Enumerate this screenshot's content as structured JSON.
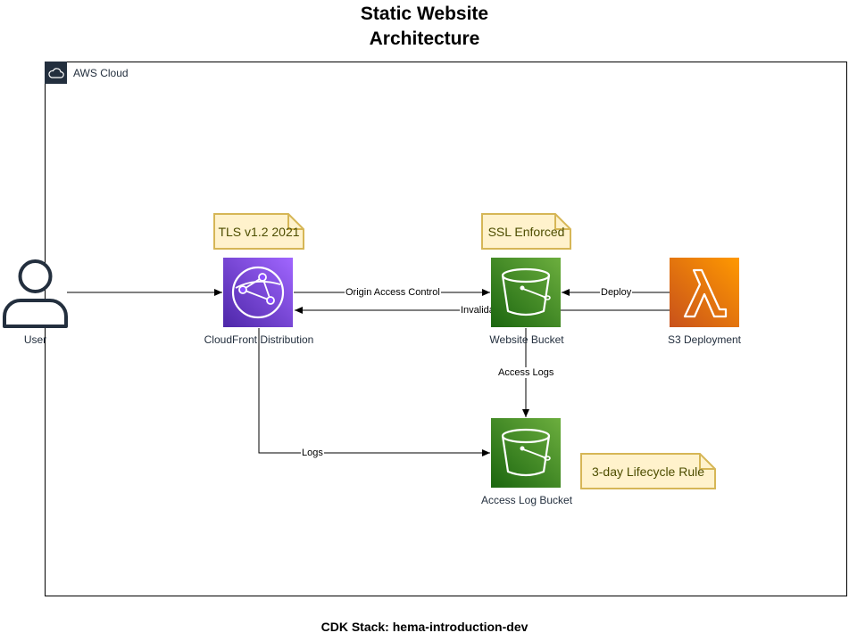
{
  "title": {
    "line1": "Static Website",
    "line2": "Architecture"
  },
  "group": {
    "label": "AWS Cloud",
    "icon": "cloud-icon"
  },
  "nodes": {
    "user": {
      "label": "User",
      "icon": "user-icon"
    },
    "cloudfront": {
      "label": "CloudFront Distribution",
      "icon": "cloudfront-icon",
      "color": "#8c4fff"
    },
    "website_bucket": {
      "label": "Website Bucket",
      "icon": "s3-bucket-icon",
      "color": "#3f8624"
    },
    "s3_deployment": {
      "label": "S3 Deployment",
      "icon": "lambda-icon",
      "color": "#ed7100"
    },
    "access_log_bucket": {
      "label": "Access Log Bucket",
      "icon": "s3-bucket-icon",
      "color": "#3f8624"
    }
  },
  "notes": {
    "tls": "TLS v1.2 2021",
    "ssl": "SSL Enforced",
    "lifecycle": "3-day Lifecycle Rule"
  },
  "edges": {
    "origin_access": "Origin Access Control",
    "invalidate": "Invalidate",
    "deploy": "Deploy",
    "access_logs": "Access Logs",
    "logs": "Logs"
  },
  "footer": "CDK Stack: hema-introduction-dev"
}
